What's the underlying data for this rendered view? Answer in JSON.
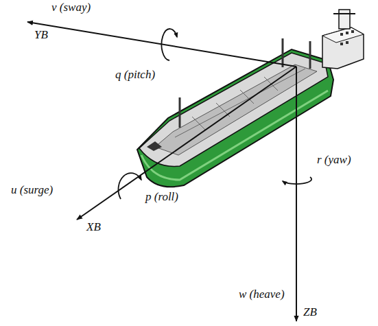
{
  "diagram": {
    "labels": [
      "v (sway)",
      "YB",
      "q (pitch)",
      "u (surge)",
      "p (roll)",
      "XB",
      "r (yaw)",
      "w (heave)",
      "ZB"
    ]
  }
}
